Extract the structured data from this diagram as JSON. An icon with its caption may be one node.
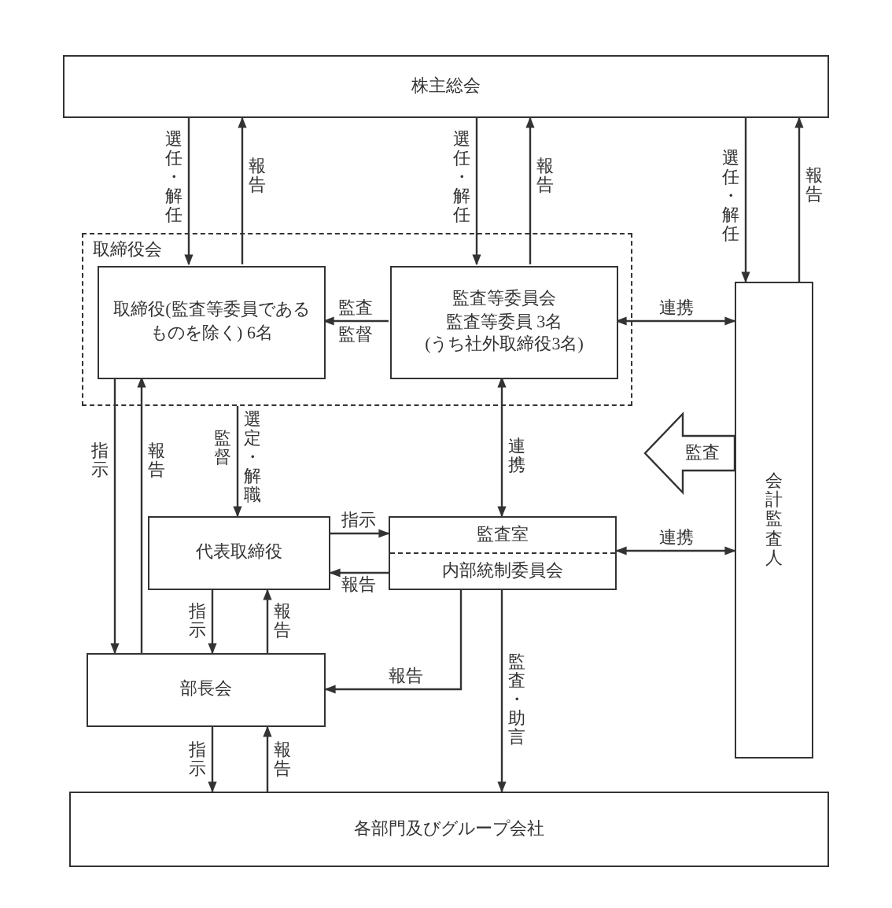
{
  "diagram": {
    "nodes": [
      {
        "text": [
          "株主総会"
        ]
      },
      {
        "text": [
          "取締役会"
        ]
      },
      {
        "text": [
          "取締役(監査等委員であるものを除く) 6名"
        ],
        "in": 1
      },
      {
        "text": [
          "監査等委員会",
          "監査等委員 3名",
          "(うち社外取締役3名)"
        ],
        "in": 1
      },
      {
        "text": [
          "会計監査人"
        ]
      },
      {
        "text": [
          "代表取締役"
        ]
      },
      {
        "text": [
          "監査室",
          "内部統制委員会"
        ]
      },
      {
        "text": [
          "部長会"
        ]
      },
      {
        "text": [
          "各部門及びグループ会社"
        ]
      }
    ],
    "edges": [
      {
        "from": 0,
        "to": 2,
        "arrow": "to",
        "label": "選任・解任"
      },
      {
        "from": 2,
        "to": 0,
        "arrow": "to",
        "label": "報告"
      },
      {
        "from": 0,
        "to": 3,
        "arrow": "to",
        "label": "選任・解任"
      },
      {
        "from": 3,
        "to": 0,
        "arrow": "to",
        "label": "報告"
      },
      {
        "from": 0,
        "to": 4,
        "arrow": "to",
        "label": "選任・解任"
      },
      {
        "from": 4,
        "to": 0,
        "arrow": "to",
        "label": "報告"
      },
      {
        "from": 3,
        "to": 2,
        "arrow": "to",
        "label": "監査"
      },
      {
        "from": 3,
        "to": 4,
        "arrow": "both",
        "label": "連携"
      },
      {
        "from": 1,
        "to": 5,
        "arrow": "to",
        "label": "選定・解職"
      },
      {
        "from": 2,
        "to": 7,
        "arrow": "to",
        "label": "指示"
      },
      {
        "from": 7,
        "to": 2,
        "arrow": "to",
        "label": "報告"
      },
      {
        "from": 3,
        "to": 6,
        "arrow": "both",
        "label": "連携"
      },
      {
        "from": 5,
        "to": 6,
        "arrow": "to",
        "label": "指示"
      },
      {
        "from": 6,
        "to": 5,
        "arrow": "to",
        "label": "報告"
      },
      {
        "from": 6,
        "to": 4,
        "arrow": "both",
        "label": "連携"
      },
      {
        "from": 5,
        "to": 7,
        "arrow": "to",
        "label": "指示"
      },
      {
        "from": 7,
        "to": 5,
        "arrow": "to",
        "label": "報告"
      },
      {
        "from": 6,
        "to": 7,
        "arrow": "to",
        "label": "報告"
      },
      {
        "from": 6,
        "to": 8,
        "arrow": "to",
        "label": "監査・助言"
      },
      {
        "from": 7,
        "to": 8,
        "arrow": "to",
        "label": "指示"
      },
      {
        "from": 8,
        "to": 7,
        "arrow": "to",
        "label": "報告"
      },
      {
        "from": 4,
        "to": null,
        "arrow": "to",
        "label": "監査",
        "style": "thick"
      }
    ],
    "labels": [
      "監督",
      "監督"
    ]
  }
}
